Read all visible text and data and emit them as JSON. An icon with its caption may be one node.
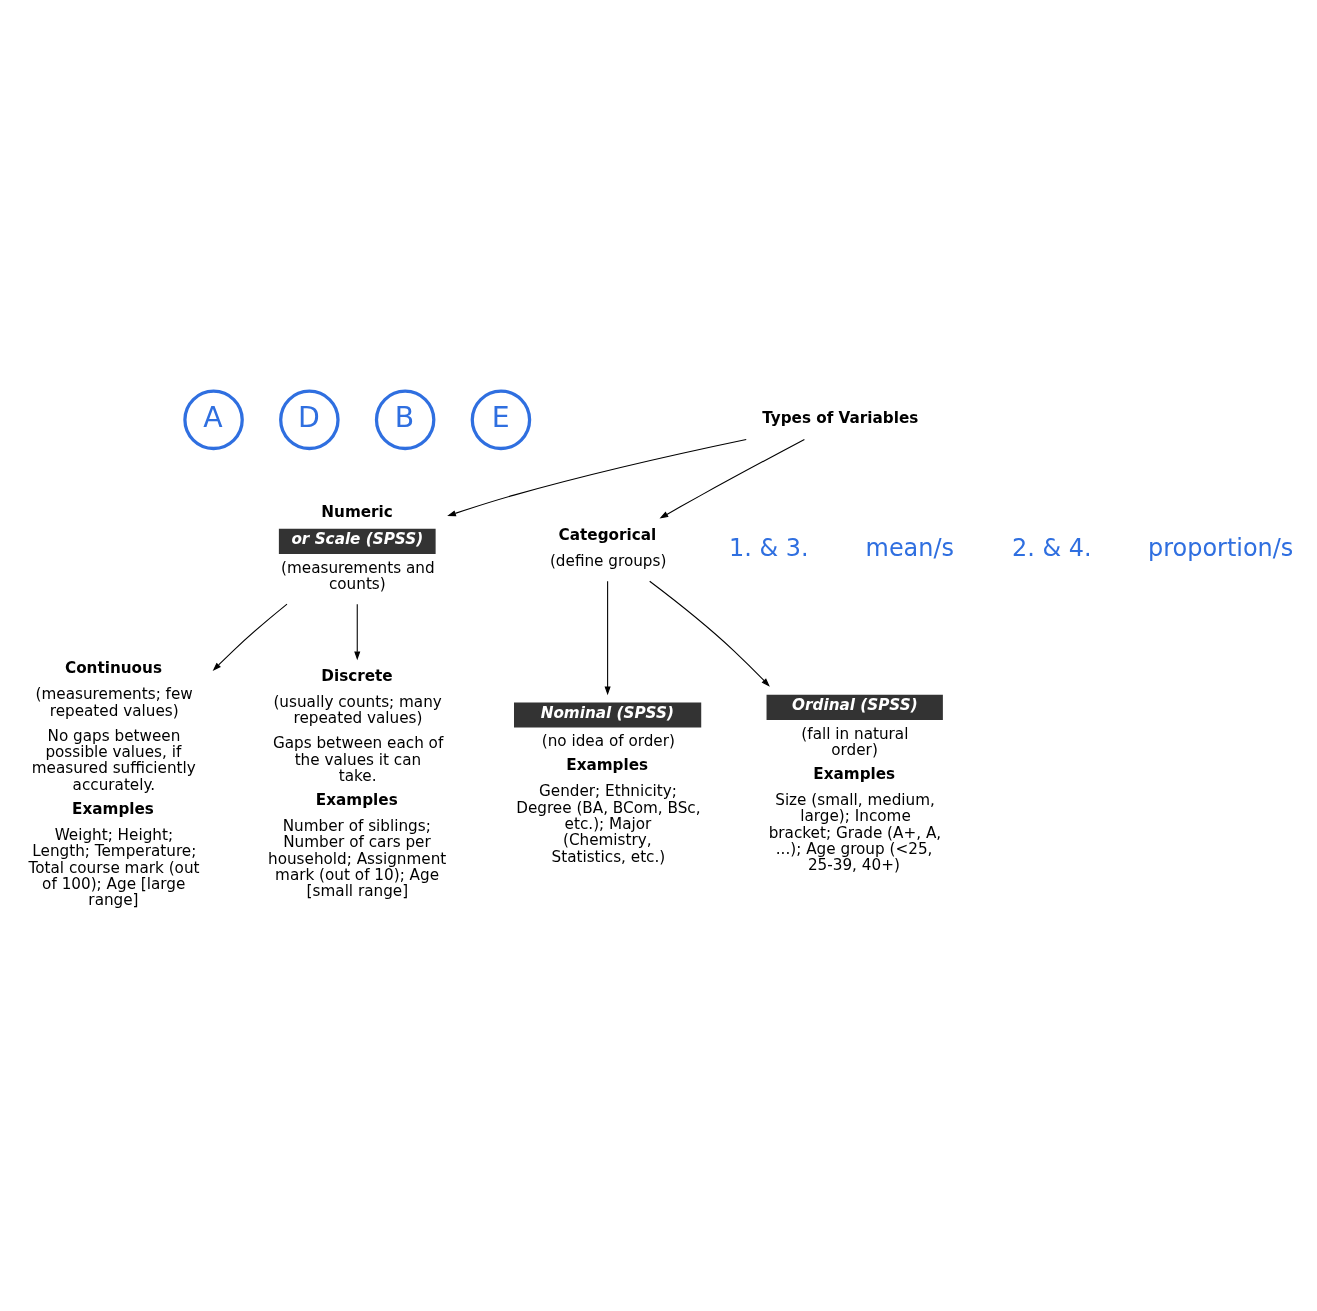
{
  "diagram": {
    "nodes": [
      {
        "text": [
          "Types of Variables"
        ]
      },
      {
        "text": [
          "Numeric",
          "or Scale (SPSS)",
          "(measurements and counts)"
        ]
      },
      {
        "text": [
          "Categorical",
          "(define groups)"
        ]
      },
      {
        "text": [
          "Continuous",
          "(measurements; few repeated values)",
          "No gaps between possible values, if measured sufficiently accurately.",
          "Examples",
          "Weight; Height; Length; Temperature; Total course mark (out of 100); Age [large range]"
        ]
      },
      {
        "text": [
          "Discrete",
          "(usually counts; many repeated values)",
          "Gaps between each of the values it can take.",
          "Examples",
          "Number of siblings; Number of cars per household; Assignment mark (out of 10); Age [small range]"
        ]
      },
      {
        "text": [
          "Nominal (SPSS)",
          "(no idea of order)",
          "Examples",
          "Gender; Ethnicity; Degree (BA, BCom, BSc, etc.); Major (Chemistry, Statistics, etc.)"
        ]
      },
      {
        "text": [
          "Ordinal (SPSS)",
          "(fall in natural order)",
          "Examples",
          "Size (small, medium, large); Income bracket; Grade (A+, A, ...); Age group (<25, 25-39, 40+)"
        ]
      },
      {
        "text": [
          "A"
        ]
      },
      {
        "text": [
          "D"
        ]
      },
      {
        "text": [
          "B"
        ]
      },
      {
        "text": [
          "E"
        ]
      }
    ],
    "edges": [
      {
        "from": 0,
        "to": 1,
        "arrow": "to"
      },
      {
        "from": 0,
        "to": 2,
        "arrow": "to"
      },
      {
        "from": 1,
        "to": 3,
        "arrow": "to"
      },
      {
        "from": 1,
        "to": 4,
        "arrow": "to"
      },
      {
        "from": 2,
        "to": 5,
        "arrow": "to"
      },
      {
        "from": 2,
        "to": 6,
        "arrow": "to"
      }
    ],
    "labels": [
      "1. & 3.",
      "mean/s",
      "2. & 4.",
      "proportion/s"
    ]
  }
}
